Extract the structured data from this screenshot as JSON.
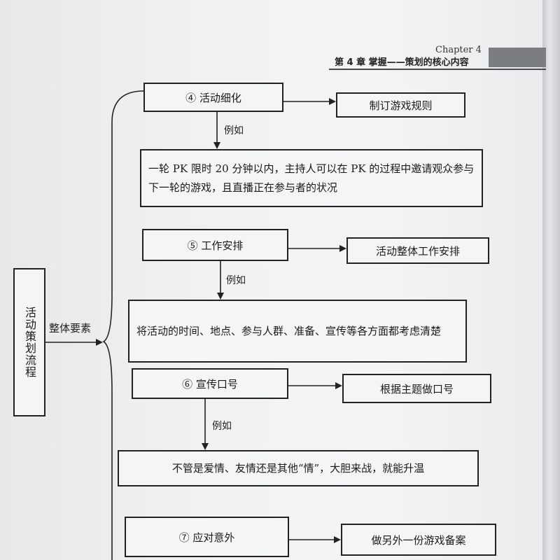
{
  "header": {
    "chapter_en": "Chapter 4",
    "chapter_cn": "第 4 章   掌握——策划的核心内容"
  },
  "root": {
    "label": "活动策划流程",
    "branch_label": "整体要素"
  },
  "example_label": "例如",
  "steps": [
    {
      "title": "④  活动细化",
      "result": "制订游戏规则",
      "example": "一轮 PK 限时 20 分钟以内，主持人可以在 PK 的过程中邀请观众参与下一轮的游戏，且直播正在参与者的状况"
    },
    {
      "title": "⑤  工作安排",
      "result": "活动整体工作安排",
      "example": "将活动的时间、地点、参与人群、准备、宣传等各方面都考虑清楚"
    },
    {
      "title": "⑥  宣传口号",
      "result": "根据主题做口号",
      "example": "不管是爱情、友情还是其他“情”，大胆来战，就能升温"
    },
    {
      "title": "⑦  应对意外",
      "result": "做另外一份游戏备案"
    }
  ]
}
